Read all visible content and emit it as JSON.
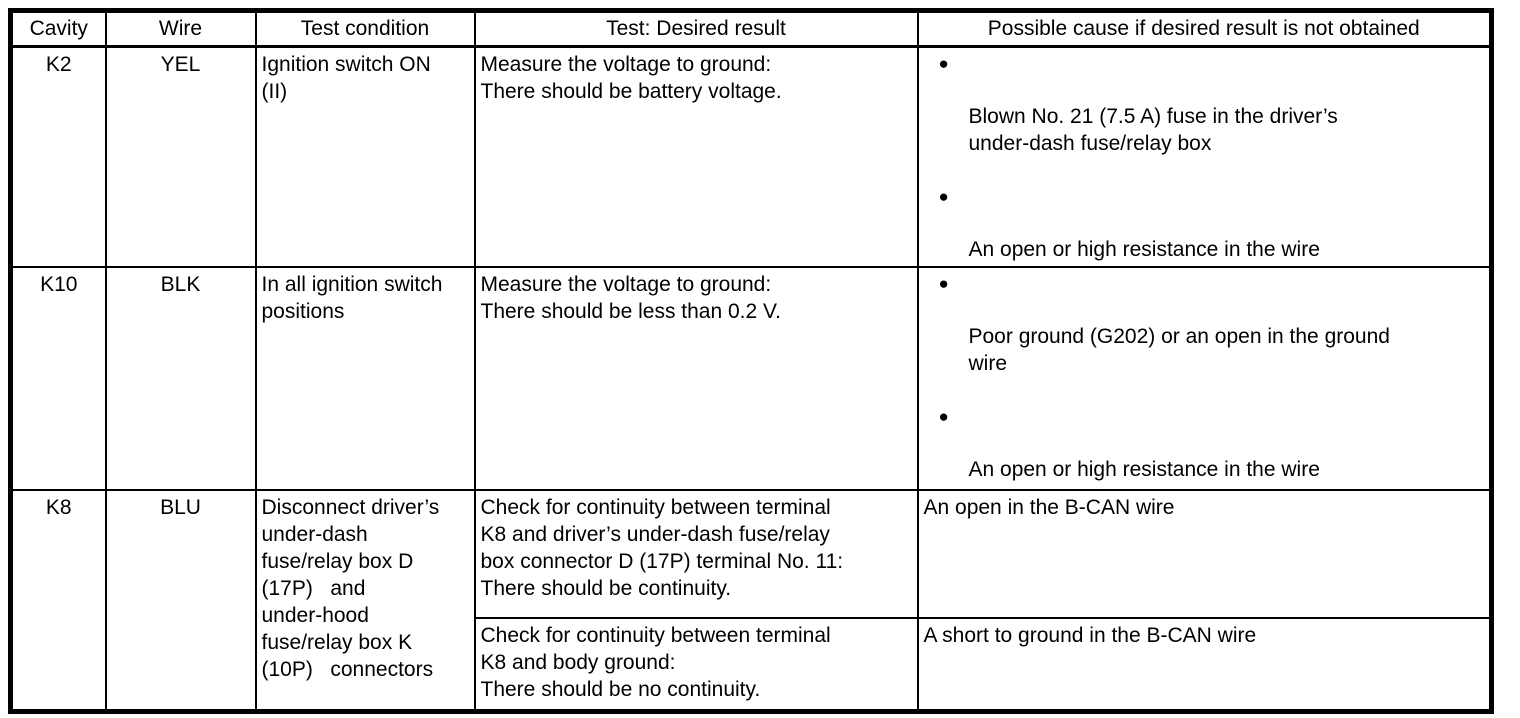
{
  "icons": {
    "bullet": "●"
  },
  "table": {
    "headers": [
      "Cavity",
      "Wire",
      "Test condition",
      "Test: Desired result",
      "Possible cause if desired result is not obtained"
    ],
    "rows": [
      {
        "cavity": "K2",
        "wire": "YEL",
        "condition": "Ignition switch ON\n(II)",
        "desired": "Measure the voltage to ground:\nThere should be battery voltage.",
        "causes": [
          "Blown No. 21 (7.5 A) fuse in the driver’s\nunder-dash fuse/relay box",
          "An open or high resistance in the wire"
        ]
      },
      {
        "cavity": "K10",
        "wire": "BLK",
        "condition": "In all ignition switch\npositions",
        "desired": "Measure the voltage to ground:\nThere should be less than 0.2 V.",
        "causes": [
          "Poor ground (G202) or an open in the ground\nwire",
          "An open or high resistance in the wire"
        ]
      },
      {
        "cavity": "K8",
        "wire": "BLU",
        "condition": "Disconnect driver’s\nunder-dash\nfuse/relay box D\n(17P)   and\nunder-hood\nfuse/relay box K\n(10P)   connectors",
        "tests": [
          {
            "desired": "Check for continuity between terminal\nK8 and driver’s under-dash fuse/relay\nbox connector D (17P) terminal No. 11:\nThere should be continuity.",
            "cause": "An open in the B-CAN wire"
          },
          {
            "desired": "Check for continuity between terminal\nK8 and body ground:\nThere should be no continuity.",
            "cause": "A short to ground in the B-CAN wire"
          }
        ]
      }
    ]
  }
}
